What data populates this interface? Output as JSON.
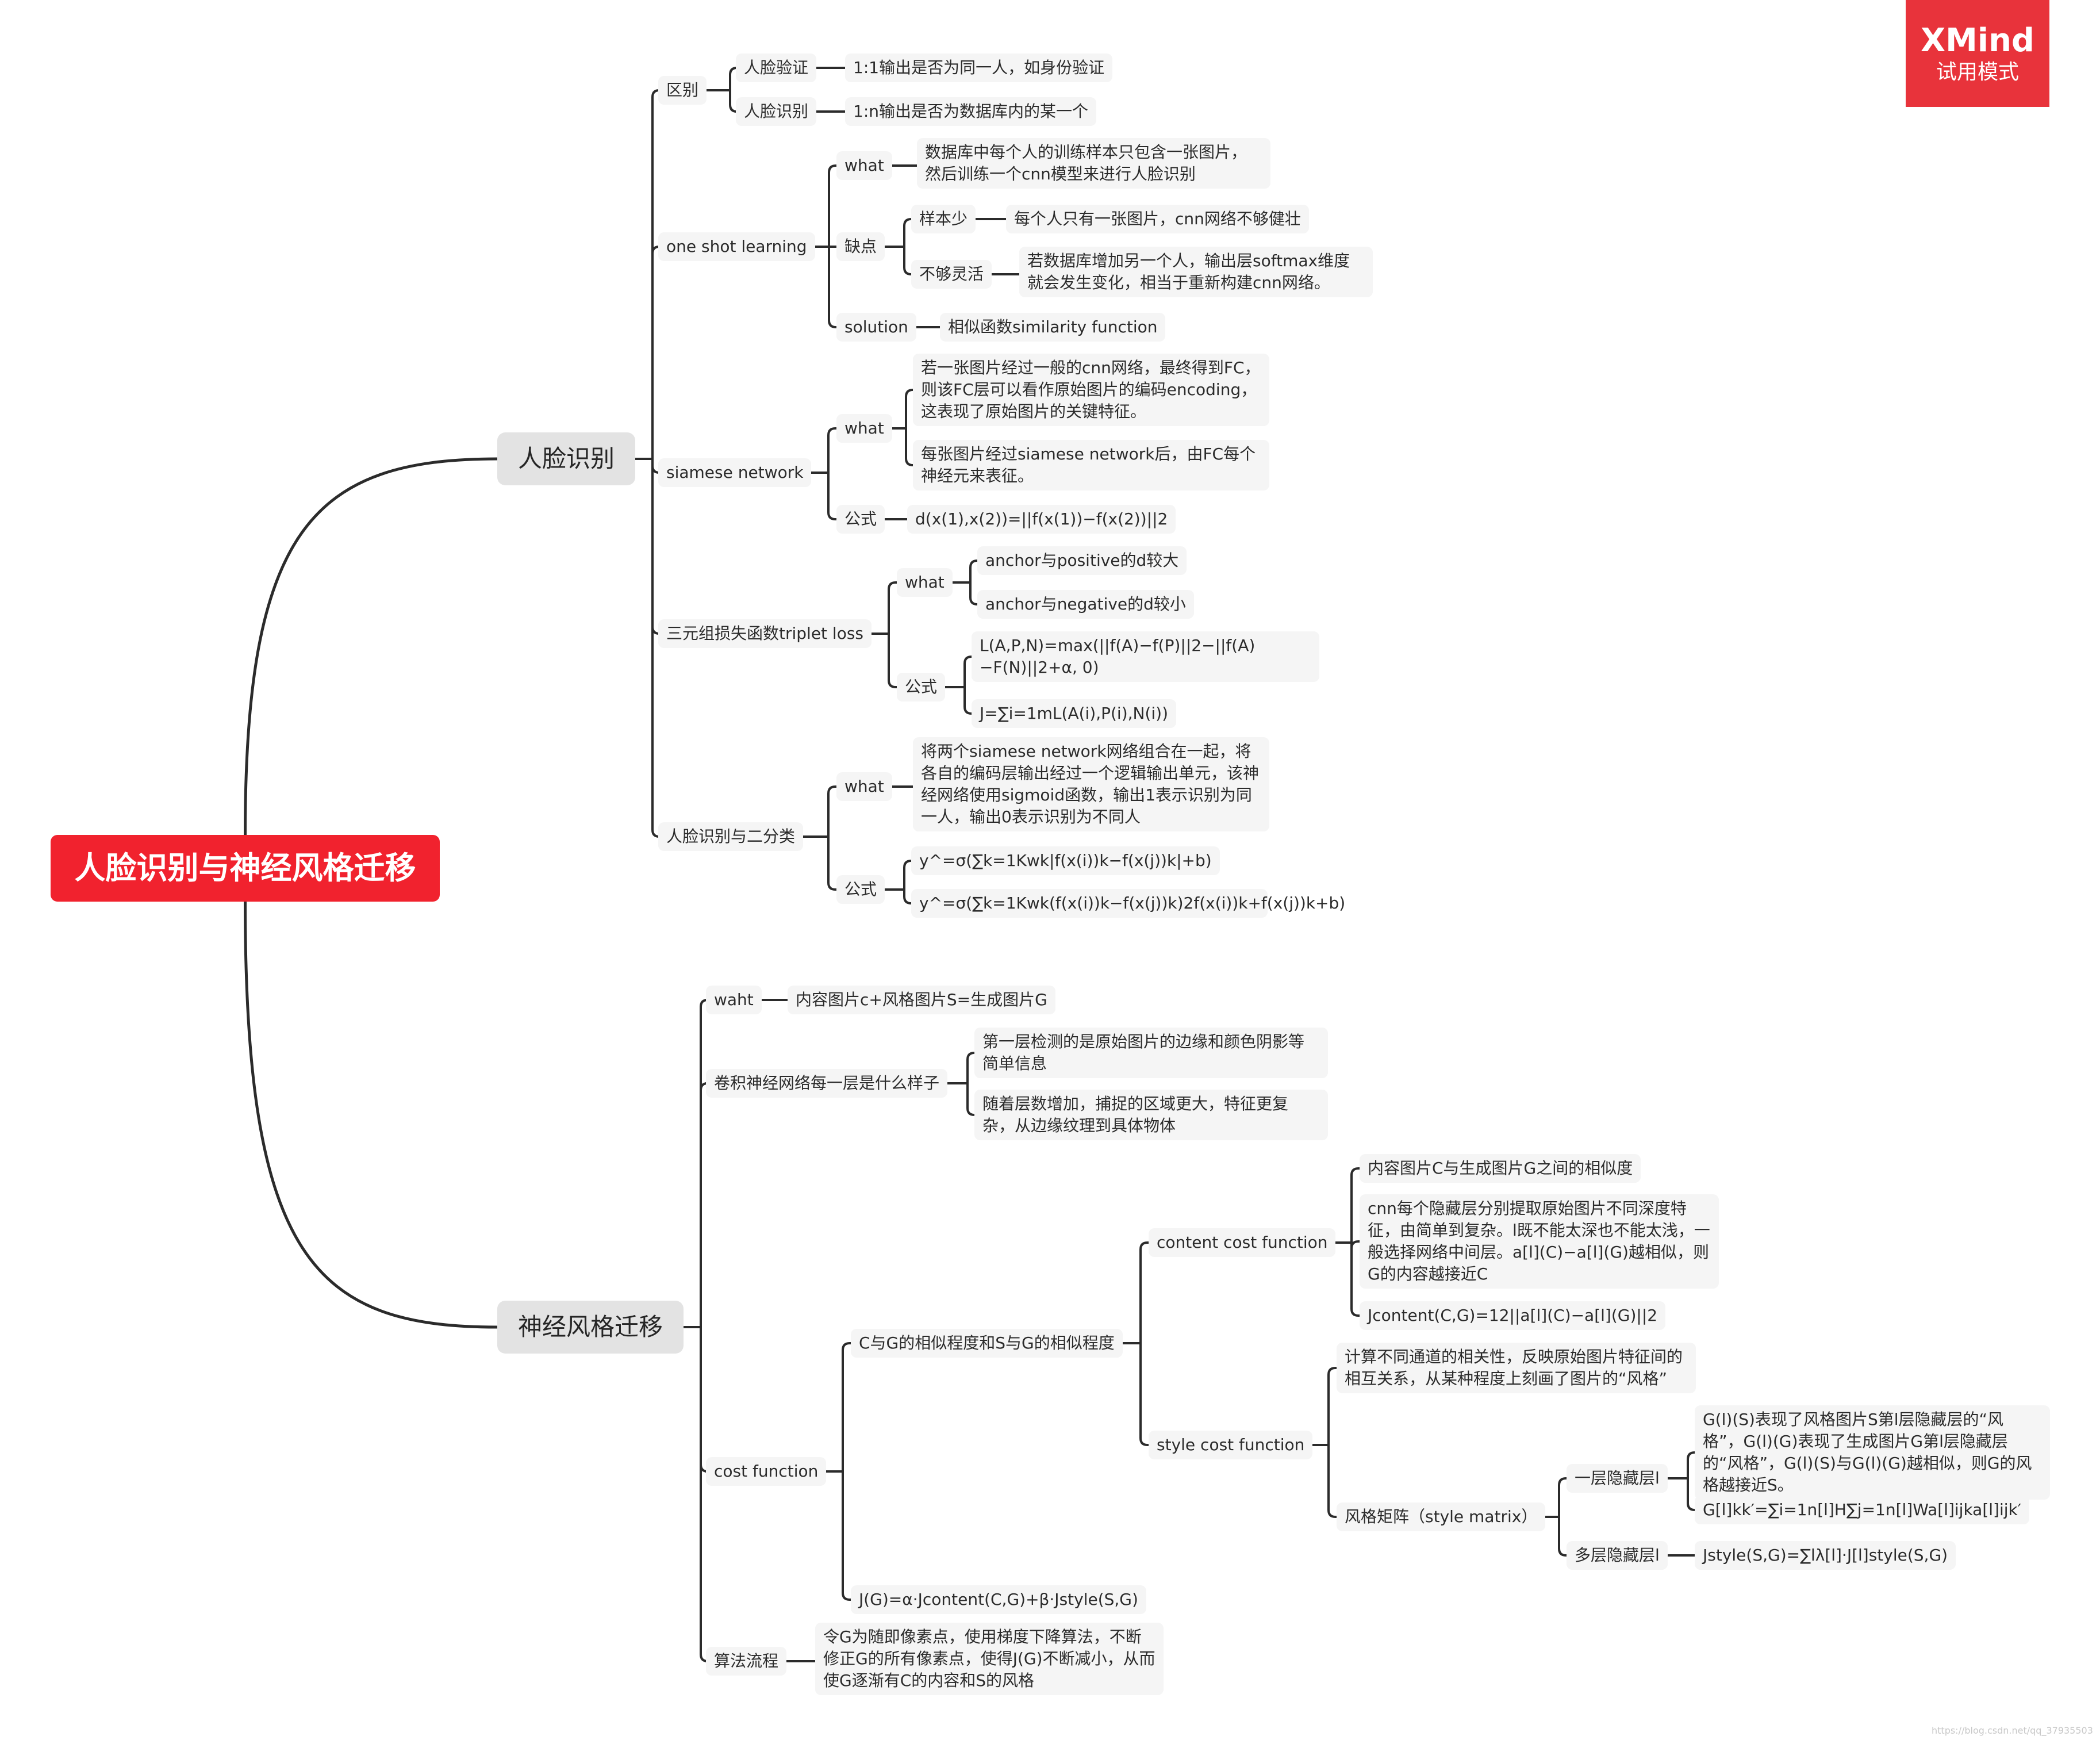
{
  "root": {
    "title": "人脸识别与神经风格迁移"
  },
  "badge": {
    "brand": "XMind",
    "mode": "试用模式"
  },
  "face": {
    "title": "人脸识别",
    "diff": {
      "label": "区别",
      "verify": {
        "label": "人脸验证",
        "detail": "1:1输出是否为同一人，如身份验证"
      },
      "recog": {
        "label": "人脸识别",
        "detail": "1:n输出是否为数据库内的某一个"
      }
    },
    "oneshot": {
      "label": "one shot learning",
      "what": {
        "label": "what",
        "detail": "数据库中每个人的训练样本只包含一张图片，然后训练一个cnn模型来进行人脸识别"
      },
      "defect": {
        "label": "缺点",
        "few": {
          "label": "样本少",
          "detail": "每个人只有一张图片，cnn网络不够健壮"
        },
        "inflex": {
          "label": "不够灵活",
          "detail": "若数据库增加另一个人，输出层softmax维度就会发生变化，相当于重新构建cnn网络。"
        }
      },
      "solution": {
        "label": "solution",
        "detail": "相似函数similarity function"
      }
    },
    "siamese": {
      "label": "siamese network",
      "what": {
        "label": "what",
        "d1": "若一张图片经过一般的cnn网络，最终得到FC，则该FC层可以看作原始图片的编码encoding，这表现了原始图片的关键特征。",
        "d2": "每张图片经过siamese network后，由FC每个神经元来表征。"
      },
      "formula": {
        "label": "公式",
        "detail": "d(x(1),x(2))=||f(x(1))−f(x(2))||2"
      }
    },
    "triplet": {
      "label": "三元组损失函数triplet loss",
      "what": {
        "label": "what",
        "d1": "anchor与positive的d较大",
        "d2": "anchor与negative的d较小"
      },
      "formula": {
        "label": "公式",
        "d1": "L(A,P,N)=max(||f(A)−f(P)||2−||f(A)−F(N)||2+α, 0)",
        "d2": "J=∑i=1mL(A(i),P(i),N(i))"
      }
    },
    "binary": {
      "label": "人脸识别与二分类",
      "what": {
        "label": "what",
        "detail": "将两个siamese network网络组合在一起，将各自的编码层输出经过一个逻辑输出单元，该神经网络使用sigmoid函数，输出1表示识别为同一人，输出0表示识别为不同人"
      },
      "formula": {
        "label": "公式",
        "d1": "y^=σ(∑k=1Kwk|f(x(i))k−f(x(j))k|+b)",
        "d2": "y^=σ(∑k=1Kwk(f(x(i))k−f(x(j))k)2f(x(i))k+f(x(j))k+b)"
      }
    }
  },
  "style": {
    "title": "神经风格迁移",
    "waht": {
      "label": "waht",
      "detail": "内容图片c+风格图片S=生成图片G"
    },
    "layers": {
      "label": "卷积神经网络每一层是什么样子",
      "d1": "第一层检测的是原始图片的边缘和颜色阴影等简单信息",
      "d2": "随着层数增加，捕捉的区域更大，特征更复杂，从边缘纹理到具体物体"
    },
    "cost": {
      "label": "cost function",
      "sim": {
        "label": "C与G的相似程度和S与G的相似程度",
        "content": {
          "label": "content cost function",
          "d1": "内容图片C与生成图片G之间的相似度",
          "d2": "cnn每个隐藏层分别提取原始图片不同深度特征，由简单到复杂。l既不能太深也不能太浅，一般选择网络中间层。a[l](C)−a[l](G)越相似，则G的内容越接近C",
          "d3": "Jcontent(C,G)=12||a[l](C)−a[l](G)||2"
        },
        "stylecf": {
          "label": "style cost function",
          "d1": "计算不同通道的相关性，反映原始图片特征间的相互关系，从某种程度上刻画了图片的“风格”",
          "matrix": {
            "label": "风格矩阵（style matrix）",
            "one": {
              "label": "一层隐藏层l",
              "d1": "G(l)(S)表现了风格图片S第l层隐藏层的“风格”，G(l)(G)表现了生成图片G第l层隐藏层的“风格”，G(l)(S)与G(l)(G)越相似，则G的风格越接近S。",
              "d2": "G[l]kk′=∑i=1n[l]H∑j=1n[l]Wa[l]ijka[l]ijk′"
            },
            "multi": {
              "label": "多层隐藏层l",
              "detail": "Jstyle(S,G)=∑lλ[l]⋅J[l]style(S,G)"
            }
          }
        }
      },
      "total": "J(G)=α⋅Jcontent(C,G)+β⋅Jstyle(S,G)"
    },
    "algo": {
      "label": "算法流程",
      "detail": "令G为随即像素点，使用梯度下降算法，不断修正G的所有像素点，使得J(G)不断减小，从而使G逐渐有C的内容和S的风格"
    }
  },
  "watermark": "https://blog.csdn.net/qq_37935503"
}
